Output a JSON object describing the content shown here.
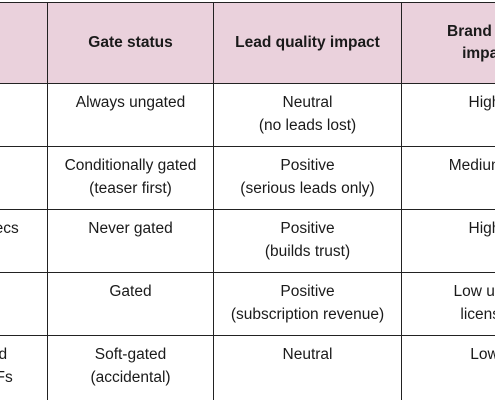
{
  "table": {
    "headers": {
      "col0": "",
      "col1": "Gate status",
      "col2": "Lead quality impact",
      "col3_line1": "Brand visi",
      "col3_line2": "impac"
    },
    "rows": [
      {
        "col0": [
          ""
        ],
        "col1": [
          "Always ungated"
        ],
        "col2": [
          "Neutral",
          "(no leads lost)"
        ],
        "col3": [
          "High"
        ]
      },
      {
        "col0": [
          ""
        ],
        "col1": [
          "Conditionally gated",
          "(teaser first)"
        ],
        "col2": [
          "Positive",
          "(serious leads only)"
        ],
        "col3": [
          "Medium-H"
        ]
      },
      {
        "col0": [
          "specs"
        ],
        "col1": [
          "Never gated"
        ],
        "col2": [
          "Positive",
          "(builds trust)"
        ],
        "col3": [
          "High"
        ]
      },
      {
        "col0": [
          ""
        ],
        "col1": [
          "Gated"
        ],
        "col2": [
          "Positive",
          "(subscription revenue)"
        ],
        "col3": [
          "Low unle",
          "license"
        ]
      },
      {
        "col0": [
          "nd",
          "DFs"
        ],
        "col1": [
          "Soft-gated",
          "(accidental)"
        ],
        "col2": [
          "Neutral"
        ],
        "col3": [
          "Low"
        ]
      }
    ]
  }
}
